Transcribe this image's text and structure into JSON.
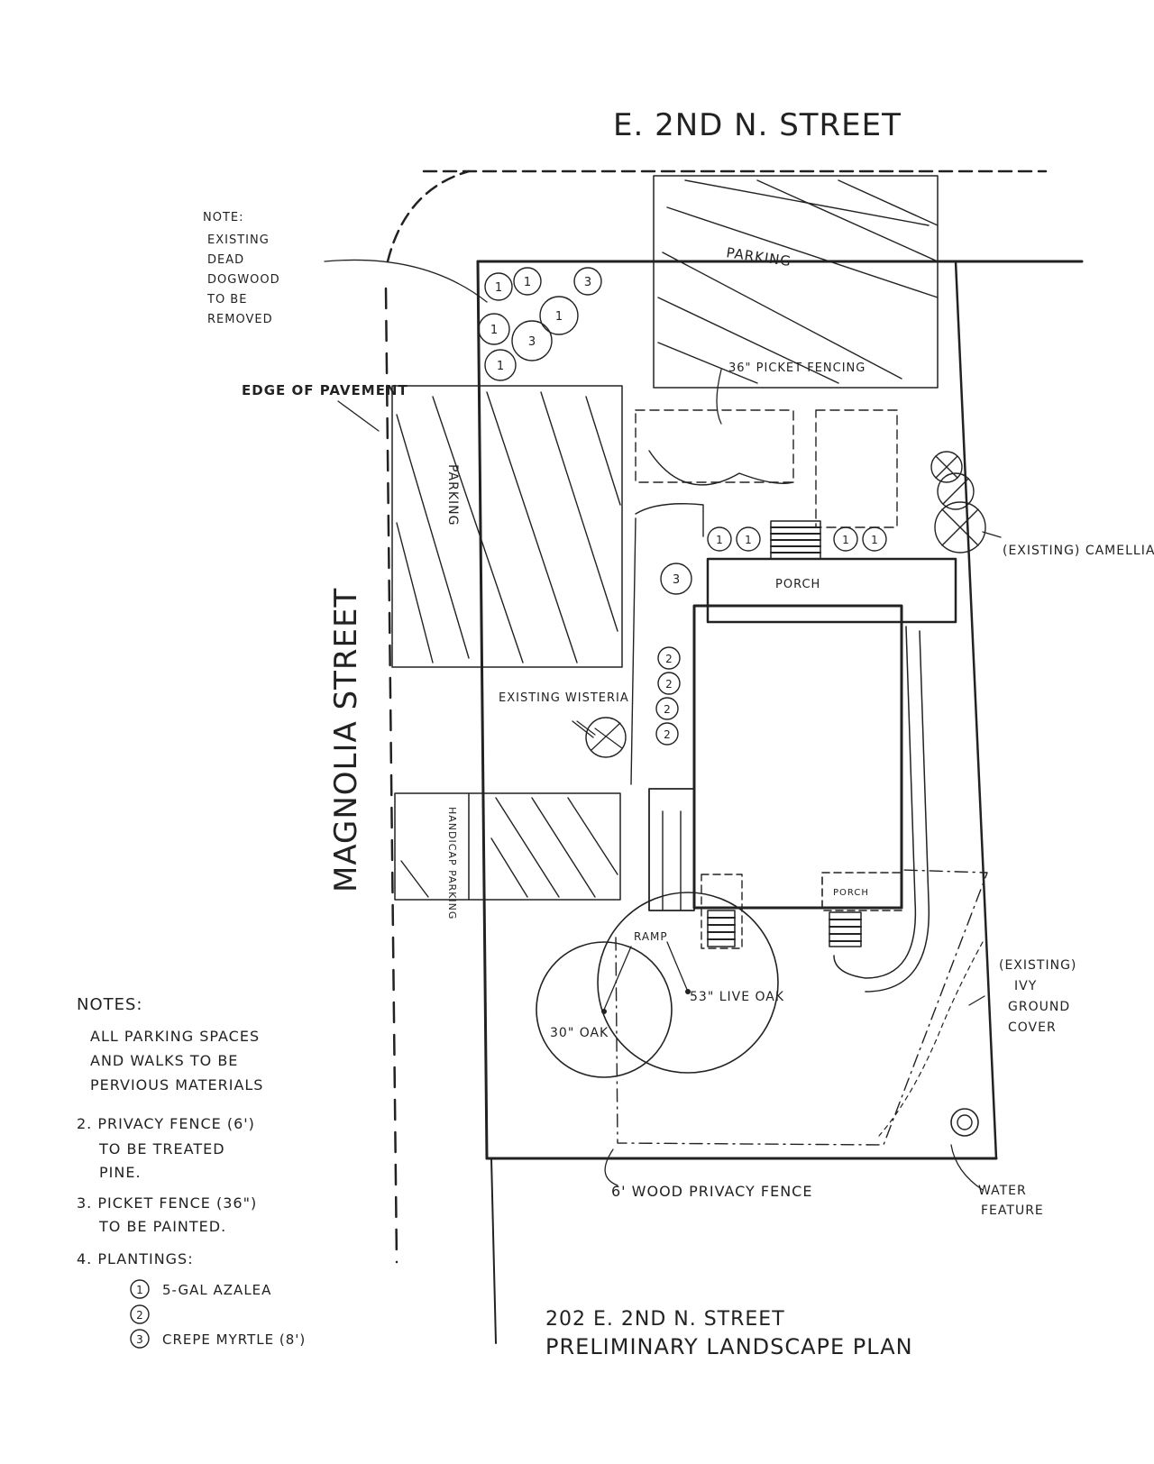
{
  "streets": {
    "north": "E. 2ND N. STREET",
    "west": "MAGNOLIA STREET"
  },
  "labels": {
    "parking_top": "PARKING",
    "parking_left": "PARKING",
    "handicap_parking": "HANDICAP PARKING",
    "picket_fencing": "36\" PICKET FENCING",
    "porch_main": "PORCH",
    "porch_rear": "PORCH",
    "ramp": "RAMP",
    "existing_camellia": "(EXISTING) CAMELLIA",
    "existing_wisteria": "EXISTING WISTERIA",
    "edge_of_pavement": "EDGE OF PAVEMENT",
    "dogwood_note": [
      "NOTE:",
      "EXISTING",
      "DEAD",
      "DOGWOOD",
      "TO BE",
      "REMOVED"
    ],
    "live_oak": "53\" LIVE OAK",
    "oak": "30\" OAK",
    "ivy": [
      "(EXISTING)",
      "IVY",
      "GROUND",
      "COVER"
    ],
    "privacy_fence": "6' WOOD PRIVACY FENCE",
    "water_feature": [
      "WATER",
      "FEATURE"
    ]
  },
  "notes": {
    "heading": "NOTES:",
    "items": [
      [
        "ALL PARKING SPACES",
        "AND WALKS TO BE",
        "PERVIOUS MATERIALS"
      ],
      [
        "2. PRIVACY FENCE (6')",
        "TO BE TREATED",
        "PINE."
      ],
      [
        "3. PICKET FENCE (36\")",
        "TO BE PAINTED."
      ],
      [
        "4. PLANTINGS:"
      ]
    ],
    "plantings": [
      {
        "key": "1",
        "text": "5-GAL AZALEA"
      },
      {
        "key": "2",
        "text": ""
      },
      {
        "key": "3",
        "text": "CREPE MYRTLE (8')"
      }
    ]
  },
  "title": {
    "line1": "202 E. 2ND N. STREET",
    "line2": "PRELIMINARY LANDSCAPE PLAN"
  },
  "plant_markers": {
    "corner_cluster": [
      "1",
      "1",
      "3",
      "1",
      "3",
      "1",
      "1"
    ],
    "front_row_left": [
      "1",
      "1"
    ],
    "front_row_right": [
      "1",
      "1"
    ],
    "side_single": "3",
    "side_column": [
      "2",
      "2",
      "2",
      "2"
    ]
  }
}
